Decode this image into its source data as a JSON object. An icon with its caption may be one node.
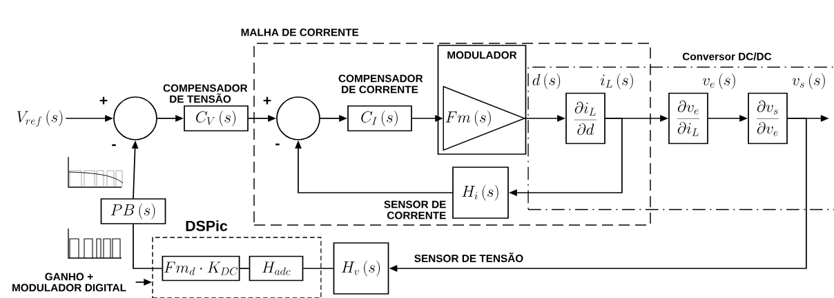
{
  "diagram": {
    "nodes": [
      {
        "text": [
          "V_{ref}\\left(s\\right)"
        ]
      },
      {
        "text": [],
        "shape": "circle"
      },
      {
        "text": [
          "C_V\\left(s\\right)"
        ],
        "beside": [
          "COMPENSADOR DE TENSÃO"
        ]
      },
      {
        "text": [
          "MALHA DE CORRENTE"
        ]
      },
      {
        "text": [],
        "shape": "circle",
        "in": 3
      },
      {
        "text": [
          "C_I\\left(s\\right)"
        ],
        "beside": [
          "COMPENSADOR DE CORRENTE"
        ],
        "in": 3
      },
      {
        "text": [
          "MODULADOR"
        ],
        "in": 3
      },
      {
        "text": [
          "Fm\\left(s\\right)"
        ],
        "in": 6
      },
      {
        "text": [
          "Conversor DC/DC"
        ]
      },
      {
        "text": [
          "\\frac{\\partial i_L}{\\partial d}"
        ]
      },
      {
        "text": [
          "\\frac{\\partial v_e}{\\partial i_L}"
        ],
        "in": 8
      },
      {
        "text": [
          "\\frac{\\partial v_s}{\\partial v_e}"
        ],
        "in": 8
      },
      {
        "text": [
          "H_i\\left(s\\right)"
        ],
        "beside": [
          "SENSOR DE CORRENTE"
        ],
        "in": 3
      },
      {
        "text": [
          "PB\\left(s\\right)"
        ]
      },
      {
        "text": [
          "DSPic"
        ]
      },
      {
        "text": [
          "Fm_d\\cdot K_{DC}"
        ],
        "in": 14
      },
      {
        "text": [
          "H_{adc}"
        ],
        "in": 14
      },
      {
        "text": [
          "H_v\\left(s\\right)"
        ]
      },
      {
        "text": [
          "GANHO + MODULADOR DIGITAL"
        ]
      }
    ],
    "edges": [
      {
        "from": 0,
        "to": 1,
        "arrow": "to"
      },
      {
        "from": 1,
        "to": 2,
        "arrow": "to"
      },
      {
        "from": 2,
        "to": 4,
        "arrow": "to"
      },
      {
        "from": 4,
        "to": 5,
        "arrow": "to"
      },
      {
        "from": 5,
        "to": 7,
        "arrow": "to"
      },
      {
        "from": 7,
        "to": 9,
        "arrow": "to",
        "label": "d\\left(s\\right)"
      },
      {
        "from": 9,
        "to": 10,
        "arrow": "to",
        "label": "i_L\\left(s\\right)"
      },
      {
        "from": 10,
        "to": 11,
        "arrow": "to",
        "label": "v_e\\left(s\\right)"
      },
      {
        "from": 11,
        "to": null,
        "arrow": "to",
        "label": "v_s\\left(s\\right)"
      },
      {
        "from": 9,
        "to": 12,
        "arrow": "to"
      },
      {
        "from": 12,
        "to": 4,
        "arrow": "to"
      },
      {
        "from": 11,
        "to": 17,
        "arrow": "to",
        "label": "SENSOR DE TENSÃO"
      },
      {
        "from": 17,
        "to": 16,
        "arrow": "none"
      },
      {
        "from": 16,
        "to": 15,
        "arrow": "none"
      },
      {
        "from": 15,
        "to": 13,
        "arrow": "none"
      },
      {
        "from": 13,
        "to": 1,
        "arrow": "to"
      },
      {
        "from": 18,
        "to": 14,
        "arrow": "to"
      }
    ],
    "labels": [
      "+",
      "-",
      "+",
      "-"
    ]
  }
}
